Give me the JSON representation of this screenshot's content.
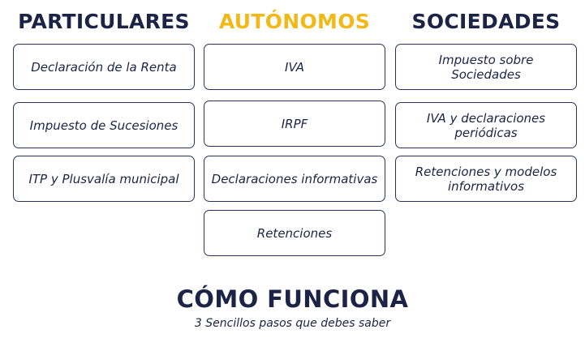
{
  "columns": {
    "particulares": {
      "title": "PARTICULARES",
      "items": [
        "Declaración de la Renta",
        "Impuesto de Sucesiones",
        "ITP y Plusvalía municipal"
      ]
    },
    "autonomos": {
      "title": "AUTÓNOMOS",
      "items": [
        "IVA",
        "IRPF",
        "Declaraciones informativas",
        "Retenciones"
      ]
    },
    "sociedades": {
      "title": "SOCIEDADES",
      "items": [
        "Impuesto sobre Sociedades",
        "IVA y declaraciones periódicas",
        "Retenciones y modelos informativos"
      ]
    }
  },
  "how_it_works": {
    "title": "CÓMO FUNCIONA",
    "subtitle": "3 Sencillos pasos que debes saber"
  },
  "colors": {
    "navy": "#1b2446",
    "accent": "#f2b818",
    "border": "#2a3456",
    "background": "#ffffff"
  }
}
